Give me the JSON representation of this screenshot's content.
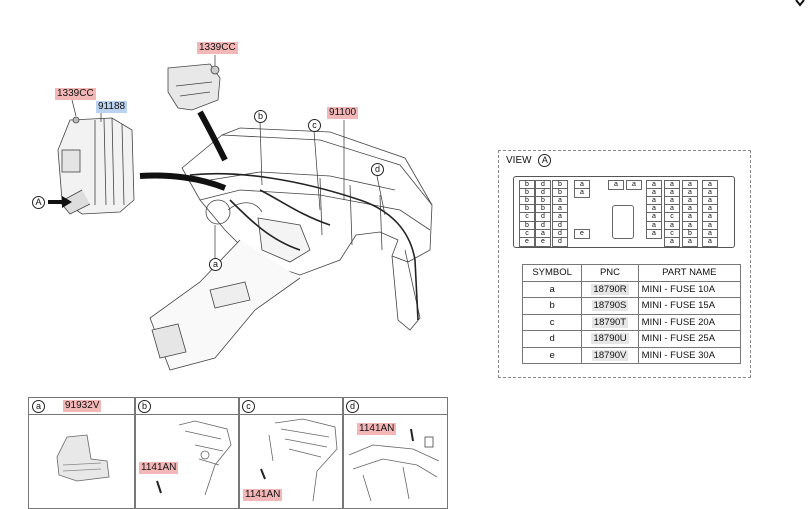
{
  "callouts": {
    "p1339cc_left": "1339CC",
    "p1339cc_top": "1339CC",
    "p91188": "91188",
    "p91100": "91100",
    "view_ref": "A"
  },
  "circles": {
    "a": "a",
    "b": "b",
    "c": "c",
    "d": "d",
    "A": "A"
  },
  "view": {
    "label": "VIEW",
    "ref": "A",
    "fuse_rows": [
      [
        "b",
        "d",
        "b",
        "a",
        "a",
        "a",
        "a",
        "a",
        "a",
        "a"
      ],
      [
        "b",
        "d",
        "b",
        "a",
        "",
        "",
        "a",
        "a",
        "a",
        "a"
      ],
      [
        "b",
        "b",
        "a",
        "",
        "",
        "",
        "a",
        "a",
        "a",
        "a"
      ],
      [
        "b",
        "b",
        "a",
        "",
        "",
        "",
        "a",
        "a",
        "a",
        "a"
      ],
      [
        "c",
        "d",
        "a",
        "",
        "",
        "",
        "a",
        "c",
        "a",
        "a"
      ],
      [
        "b",
        "d",
        "d",
        "",
        "",
        "",
        "a",
        "a",
        "a",
        "a"
      ],
      [
        "c",
        "a",
        "d",
        "e",
        "",
        "",
        "a",
        "c",
        "b",
        "a"
      ],
      [
        "e",
        "e",
        "d",
        "",
        "",
        "",
        "",
        "a",
        "a",
        "a"
      ]
    ]
  },
  "table": {
    "headers": [
      "SYMBOL",
      "PNC",
      "PART NAME"
    ],
    "rows": [
      [
        "a",
        "18790R",
        "MINI - FUSE 10A"
      ],
      [
        "b",
        "18790S",
        "MINI - FUSE 15A"
      ],
      [
        "c",
        "18790T",
        "MINI - FUSE 20A"
      ],
      [
        "d",
        "18790U",
        "MINI - FUSE 25A"
      ],
      [
        "e",
        "18790V",
        "MINI - FUSE 30A"
      ]
    ]
  },
  "bottom": {
    "a_label": "a",
    "a_part": "91932V",
    "b_label": "b",
    "b_part": "1141AN",
    "c_label": "c",
    "c_part": "1141AN",
    "d_label": "d",
    "d_part": "1141AN"
  }
}
